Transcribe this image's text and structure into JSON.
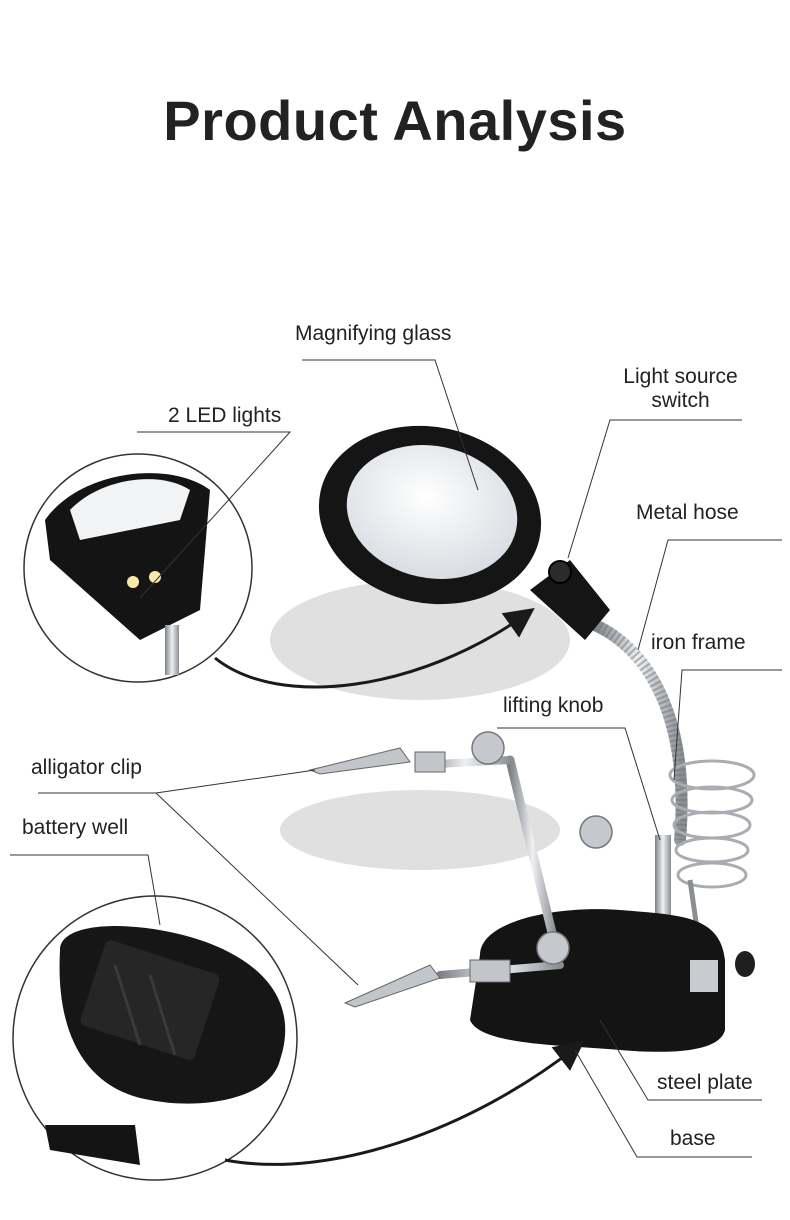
{
  "title": "Product Analysis",
  "labels": {
    "magnifying_glass": "Magnifying glass",
    "light_switch_line1": "Light source",
    "light_switch_line2": "switch",
    "led_lights": "2 LED lights",
    "metal_hose": "Metal hose",
    "iron_frame": "iron frame",
    "lifting_knob": "lifting knob",
    "alligator_clip": "alligator clip",
    "battery_well": "battery well",
    "steel_plate": "steel plate",
    "base": "base"
  },
  "colors": {
    "text": "#222222",
    "leader_line": "#333333",
    "product_black": "#141414",
    "metal": "#b9bcc0"
  }
}
